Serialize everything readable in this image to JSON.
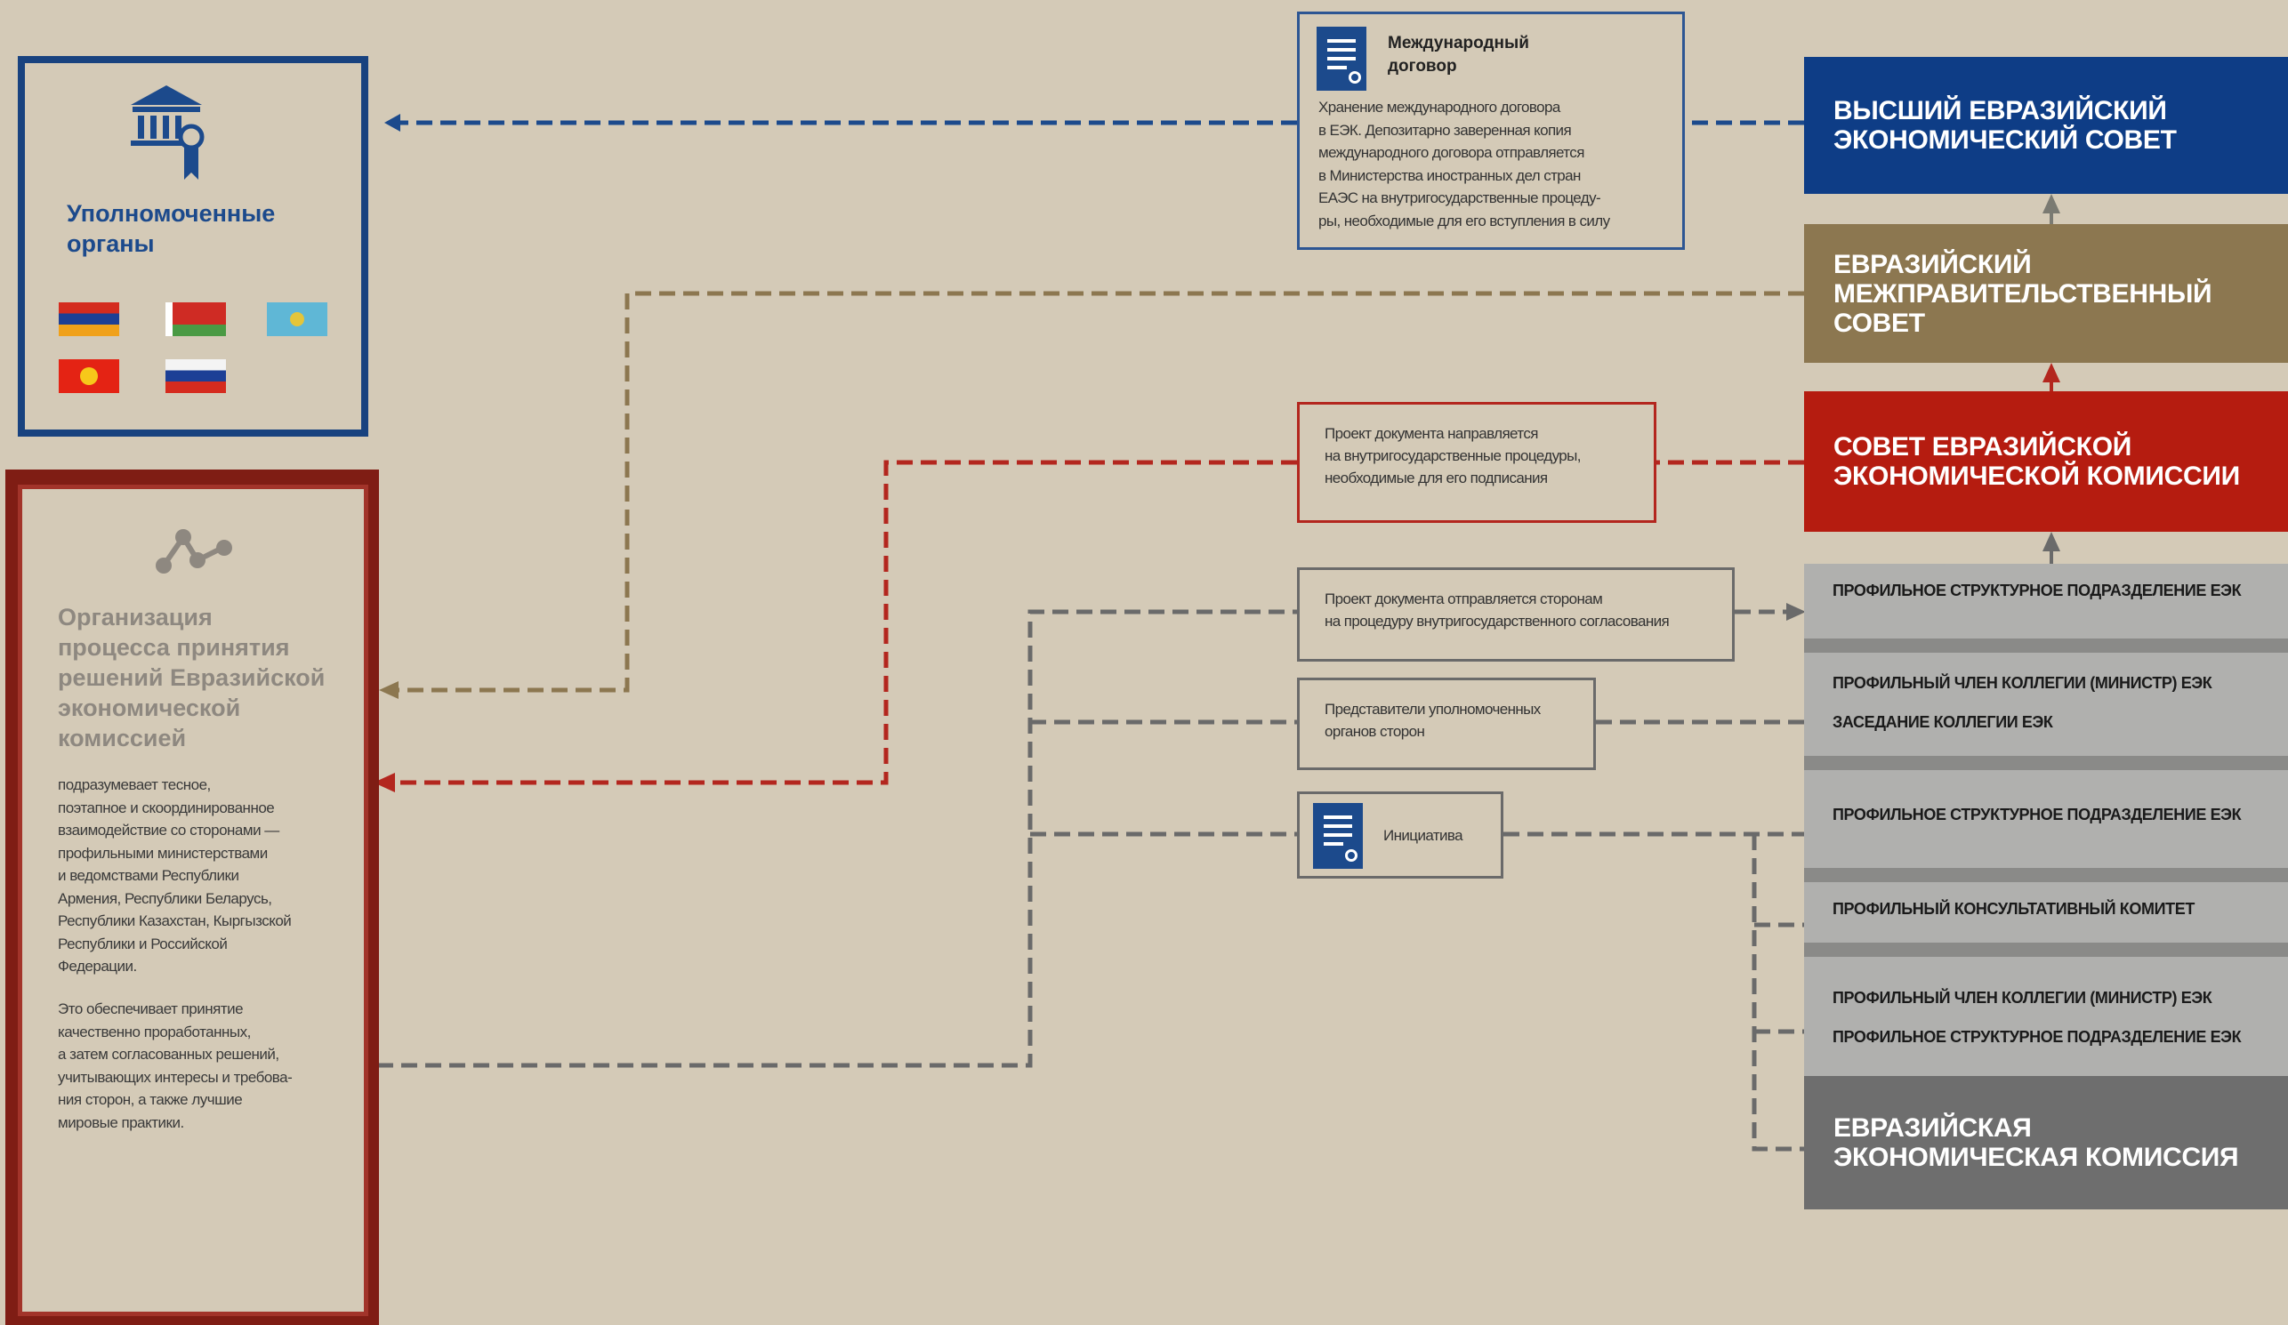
{
  "authorized": {
    "title_line1": "Уполномоченные",
    "title_line2": "органы"
  },
  "organization": {
    "title": [
      "Организация",
      "процесса принятия",
      "решений Евразийской",
      "экономической",
      "комиссией"
    ],
    "paragraph1": [
      "подразумевает тесное,",
      "поэтапное и скоординированное",
      "взаимодействие со сторонами —",
      "профильными министерствами",
      "и ведомствами Республики",
      "Армения, Республики Беларусь,",
      "Республики Казахстан, Кыргызской",
      "Республики и Российской",
      "Федерации."
    ],
    "paragraph2": [
      "Это обеспечивает принятие",
      "качественно проработанных,",
      "а затем согласованных решений,",
      "учитывающих интересы и требова-",
      "ния сторон, а также лучшие",
      "мировые практики."
    ]
  },
  "treaty": {
    "title_line1": "Международный",
    "title_line2": "договор",
    "text": [
      "Хранение международного договора",
      "в ЕЭК. Депозитарно заверенная копия",
      "международного договора отправляется",
      "в Министерства иностранных дел стран",
      "ЕАЭС на внутригосударственные процеду-",
      "ры, необходимые для его вступления в силу"
    ]
  },
  "notes": {
    "signing": [
      "Проект документа направляется",
      "на внутригосударственные процедуры,",
      "необходимые для его подписания"
    ],
    "agreement": [
      "Проект документа отправляется сторонам",
      "на процедуру внутригосударственного согласования"
    ],
    "representatives": [
      "Представители уполномоченных",
      "органов сторон"
    ],
    "initiative": "Инициатива"
  },
  "bodies": {
    "supreme": [
      "ВЫСШИЙ ЕВРАЗИЙСКИЙ",
      "ЭКОНОМИЧЕСКИЙ СОВЕТ"
    ],
    "intergov": [
      "ЕВРАЗИЙСКИЙ",
      "МЕЖПРАВИТЕЛЬСТВЕННЫЙ",
      "СОВЕТ"
    ],
    "council_eec": [
      "СОВЕТ ЕВРАЗИЙСКОЙ",
      "ЭКОНОМИЧЕСКОЙ КОМИССИИ"
    ],
    "row1": "ПРОФИЛЬНОЕ СТРУКТУРНОЕ ПОДРАЗДЕЛЕНИЕ ЕЭК",
    "row2a": "ПРОФИЛЬНЫЙ ЧЛЕН КОЛЛЕГИИ (МИНИСТР) ЕЭК",
    "row2b": "ЗАСЕДАНИЕ КОЛЛЕГИИ ЕЭК",
    "row3": "ПРОФИЛЬНОЕ СТРУКТУРНОЕ ПОДРАЗДЕЛЕНИЕ ЕЭК",
    "row4": "ПРОФИЛЬНЫЙ КОНСУЛЬТАТИВНЫЙ КОМИТЕТ",
    "row5a": "ПРОФИЛЬНЫЙ ЧЛЕН КОЛЛЕГИИ (МИНИСТР) ЕЭК",
    "row5b": "ПРОФИЛЬНОЕ СТРУКТУРНОЕ ПОДРАЗДЕЛЕНИЕ ЕЭК",
    "commission": [
      "ЕВРАЗИЙСКАЯ",
      "ЭКОНОМИЧЕСКАЯ КОМИССИЯ"
    ]
  },
  "colors": {
    "blue": "#0e3d86",
    "olive": "#8c7750",
    "red": "#b51c10",
    "gray": "#6e6e6e",
    "bg": "#d4cab7"
  }
}
